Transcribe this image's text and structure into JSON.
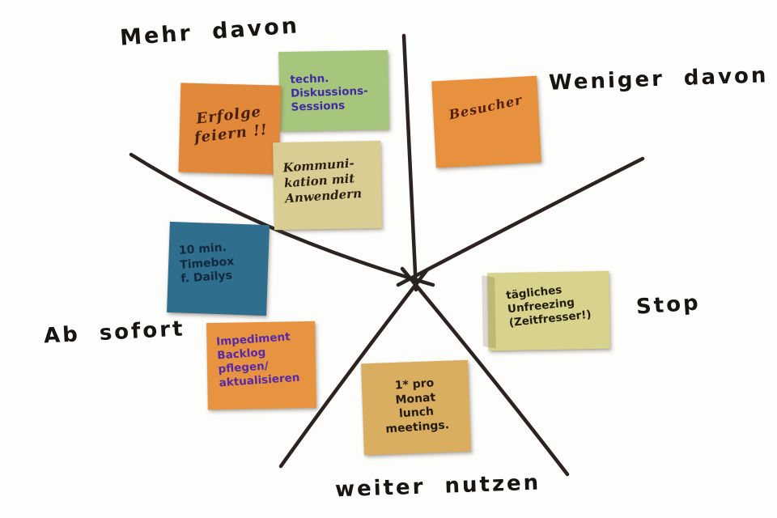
{
  "board": {
    "background": "#fdfdfc",
    "line_color": "#2b2320"
  },
  "sections": [
    {
      "id": "mehr-davon",
      "label": "Mehr davon"
    },
    {
      "id": "weniger-davon",
      "label": "Weniger davon"
    },
    {
      "id": "stop",
      "label": "Stop"
    },
    {
      "id": "ab-sofort",
      "label": "Ab sofort"
    },
    {
      "id": "weiter-nutzen",
      "label": "weiter nutzen"
    }
  ],
  "notes": [
    {
      "section": "Mehr davon",
      "text": "techn.\nDiskussions-\nSessions",
      "color": "#a7c67d",
      "text_color": "#3f2ba0"
    },
    {
      "section": "Mehr davon",
      "text": "Erfolge\nfeiern !!",
      "color": "#e1883b",
      "text_color": "#47200e"
    },
    {
      "section": "Mehr davon",
      "text": "Kommuni-\nkation mit\nAnwendern",
      "color": "#d9cd94",
      "text_color": "#2b2014"
    },
    {
      "section": "Weniger davon",
      "text": "Besucher",
      "color": "#e7913f",
      "text_color": "#531f0e"
    },
    {
      "section": "Ab sofort",
      "text": "10 min.\nTimebox\nf. Dailys",
      "color": "#2f6e8d",
      "text_color": "#12293f"
    },
    {
      "section": "Ab sofort",
      "text": "Impediment\nBacklog\npflegen/\naktualisieren",
      "color": "#e8933f",
      "text_color": "#5629ab"
    },
    {
      "section": "Stop",
      "text": "tägliches\nUnfreezing\n(Zeitfresser!)",
      "color": "#d8d38c",
      "text_color": "#231c12"
    },
    {
      "section": "weiter nutzen",
      "text": "1* pro\nMonat\nlunch\nmeetings.",
      "color": "#d9ae60",
      "text_color": "#231c12"
    }
  ]
}
